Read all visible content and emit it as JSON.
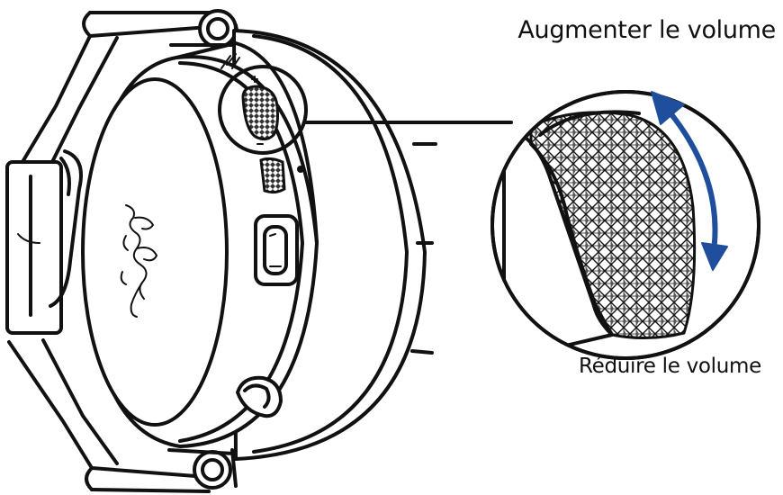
{
  "labels": {
    "volume_up": "Augmenter le volume",
    "volume_down": "Réduire le volume"
  },
  "colors": {
    "line": "#111111",
    "arrow": "#1f4e9c",
    "background": "#ffffff"
  },
  "icons": {
    "logo": "razer-snake-logo",
    "port": "usb-c-port",
    "dial": "volume-dial"
  }
}
